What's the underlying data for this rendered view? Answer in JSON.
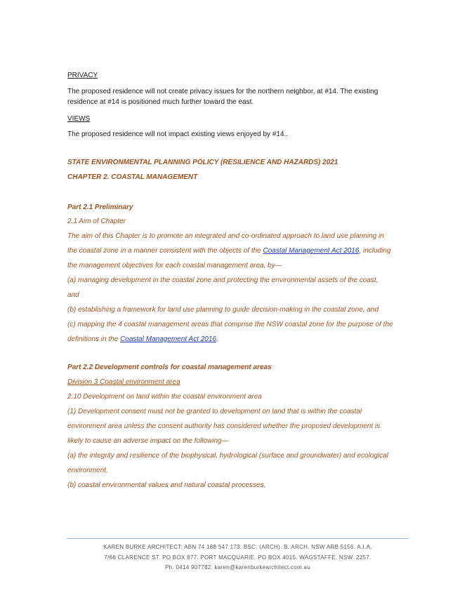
{
  "privacy": {
    "heading": "PRIVACY",
    "paragraph_line1": "The proposed residence will not create privacy issues for the northern neighbor, at #14. The existing",
    "paragraph_line2": "residence at #14 is positioned much further toward the east."
  },
  "views": {
    "heading": "VIEWS",
    "paragraph": "The proposed residence will not impact existing views enjoyed by #14.."
  },
  "sepp": {
    "title": "STATE ENVIRONMENTAL PLANNING POLICY (RESILIENCE AND HAZARDS) 2021",
    "chapter": "CHAPTER 2.  COASTAL MANAGEMENT"
  },
  "part21": {
    "heading": "Part 2.1 Preliminary",
    "subheading": "2.1   Aim of Chapter",
    "line1": "The aim of this Chapter is to promote an integrated and co-ordinated approach to land use planning in",
    "line2_pre": "the coastal zone in a manner consistent with the objects of the ",
    "line2_link": "Coastal Management Act 2016",
    "line2_post": ", including",
    "line3": "the management objectives for each coastal management area, by—",
    "item_a_line1": "(a)  managing development in the coastal zone and protecting the environmental assets of the coast,",
    "item_a_line2": "and",
    "item_b": "(b)  establishing a framework for land use planning to guide decision-making in the coastal zone, and",
    "item_c_line1": "(c)  mapping the 4 coastal management areas that comprise the NSW coastal zone for the purpose of the",
    "item_c_line2_pre": "definitions in the ",
    "item_c_line2_link": "Coastal Management Act 2016",
    "item_c_line2_post": "."
  },
  "part22": {
    "heading": "Part 2.2 Development controls for coastal management areas",
    "division": "Division 3 Coastal environment area",
    "subheading": "2.10   Development on land within the coastal environment area",
    "line1": "(1)  Development consent must not be granted to development on land that is within the coastal",
    "line2": "environment area unless the consent authority has considered whether the proposed development is",
    "line3": "likely to cause an adverse impact on the following—",
    "item_a_line1": "(a)  the integrity and resilience of the biophysical, hydrological (surface and groundwater) and ecological",
    "item_a_line2": "environment,",
    "item_b": "(b)  coastal environmental values and natural coastal processes,"
  },
  "footer": {
    "line1": "KAREN BURKE ARCHITECT:     ABN 74 188 547 173.     BSC. (ARCH).     B. ARCH.     NSW ARB 5156.     A.I.A.",
    "line2": "7/66  CLARENCE ST.   PO BOX 877.   PORT MACQUARIE.   PO BOX 4015.   WAGSTAFFE.   NSW.   2257.",
    "line3": "Ph. 0414 907782.    karen@karenburkearchitect.com.au"
  },
  "colors": {
    "accent_orange": "#a0521e",
    "link_blue": "#1f3fb5",
    "footer_rule": "#8eb4e3"
  }
}
